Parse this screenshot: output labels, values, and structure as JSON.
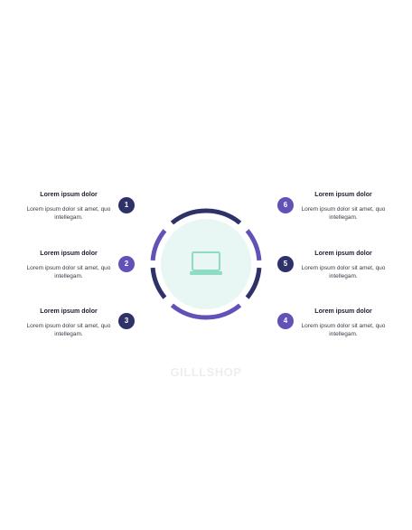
{
  "center_icon": "laptop-icon",
  "colors": {
    "dark": "#2f3269",
    "purple": "#6152b8",
    "center_fill": "#e8f7f4",
    "icon": "#8fdcc5"
  },
  "items": [
    {
      "number": "1",
      "title": "Lorem ipsum dolor",
      "body": "Lorem ipsum dolor sit amet, quo intellegam."
    },
    {
      "number": "2",
      "title": "Lorem ipsum dolor",
      "body": "Lorem ipsum dolor sit amet, quo intellegam."
    },
    {
      "number": "3",
      "title": "Lorem ipsum dolor",
      "body": "Lorem ipsum dolor sit amet, quo intellegam."
    },
    {
      "number": "4",
      "title": "Lorem ipsum dolor",
      "body": "Lorem ipsum dolor sit amet, quo intellegam."
    },
    {
      "number": "5",
      "title": "Lorem ipsum dolor",
      "body": "Lorem ipsum dolor sit amet, quo intellegam."
    },
    {
      "number": "6",
      "title": "Lorem ipsum dolor",
      "body": "Lorem ipsum dolor sit amet, quo intellegam."
    }
  ],
  "watermark": "GILLLSHOP"
}
